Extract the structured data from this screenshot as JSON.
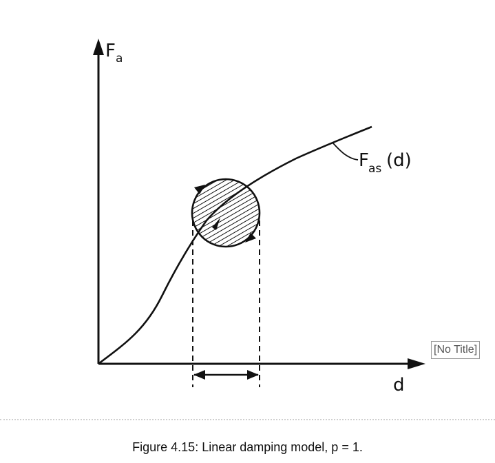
{
  "figure": {
    "y_axis_label_main": "F",
    "y_axis_label_sub": "a",
    "x_axis_label": "d",
    "curve_label_main": "F",
    "curve_label_sub": "as",
    "curve_label_suffix": "(d)",
    "placeholder_title": "[No Title]"
  },
  "caption": "Figure 4.15: Linear damping model, p = 1.",
  "colors": {
    "ink": "#111111",
    "placeholder_border": "#9a9a9a",
    "separator": "#cfcfcf"
  }
}
